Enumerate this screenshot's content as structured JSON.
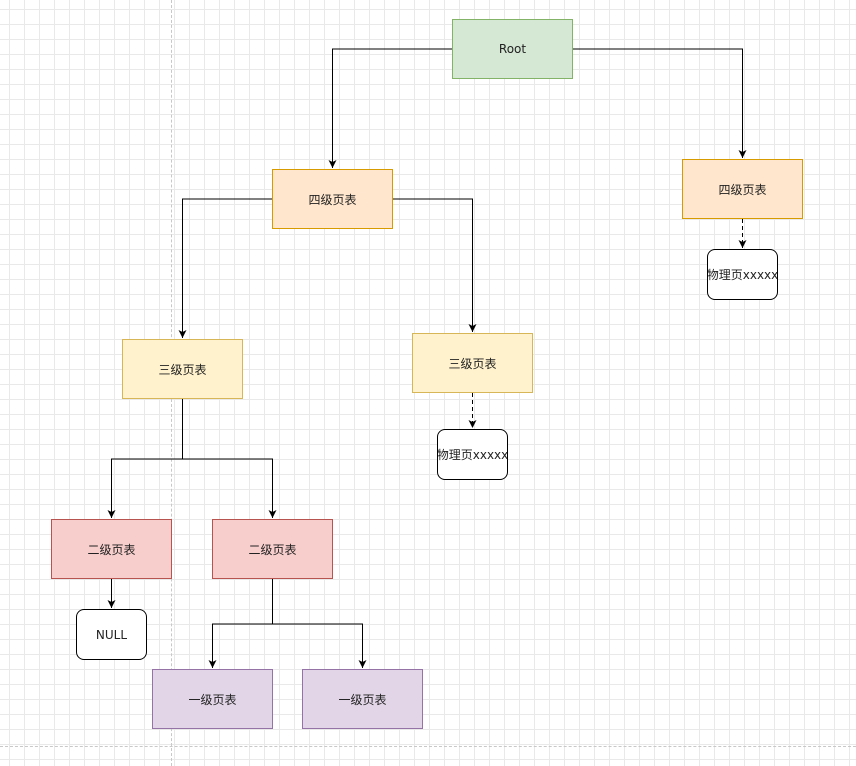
{
  "colors": {
    "root": {
      "fill": "#d5e8d4",
      "stroke": "#82b366"
    },
    "level4": {
      "fill": "#ffe6cc",
      "stroke": "#d79b00"
    },
    "level3": {
      "fill": "#fff2cc",
      "stroke": "#d6b656"
    },
    "level2": {
      "fill": "#f8cecc",
      "stroke": "#b85450"
    },
    "level1": {
      "fill": "#e1d5e7",
      "stroke": "#9673a6"
    },
    "leaf": {
      "fill": "#ffffff",
      "stroke": "#000000"
    },
    "edge": "#000000"
  },
  "nodes": {
    "root": {
      "label": "Root",
      "level": "root"
    },
    "l4_left": {
      "label": "四级页表",
      "level": "level4"
    },
    "l4_right": {
      "label": "四级页表",
      "level": "level4"
    },
    "l3_left": {
      "label": "三级页表",
      "level": "level3"
    },
    "l3_mid": {
      "label": "三级页表",
      "level": "level3"
    },
    "l2_left": {
      "label": "二级页表",
      "level": "level2"
    },
    "l2_right": {
      "label": "二级页表",
      "level": "level2"
    },
    "l1_left": {
      "label": "一级页表",
      "level": "level1"
    },
    "l1_right": {
      "label": "一级页表",
      "level": "level1"
    },
    "phys_right": {
      "label": "物理页xxxxx",
      "level": "leaf"
    },
    "phys_mid": {
      "label": "物理页xxxxx",
      "level": "leaf"
    },
    "null_leaf": {
      "label": "NULL",
      "level": "leaf"
    }
  },
  "edges": [
    {
      "from": "root",
      "to": "l4_left",
      "style": "solid"
    },
    {
      "from": "root",
      "to": "l4_right",
      "style": "solid"
    },
    {
      "from": "l4_left",
      "to": "l3_left",
      "style": "solid"
    },
    {
      "from": "l4_left",
      "to": "l3_mid",
      "style": "solid"
    },
    {
      "from": "l3_left",
      "to": "l2_left",
      "style": "solid"
    },
    {
      "from": "l3_left",
      "to": "l2_right",
      "style": "solid"
    },
    {
      "from": "l2_left",
      "to": "null_leaf",
      "style": "solid"
    },
    {
      "from": "l2_right",
      "to": "l1_left",
      "style": "solid"
    },
    {
      "from": "l2_right",
      "to": "l1_right",
      "style": "solid"
    },
    {
      "from": "l4_right",
      "to": "phys_right",
      "style": "dashed"
    },
    {
      "from": "l3_mid",
      "to": "phys_mid",
      "style": "dashed"
    }
  ]
}
